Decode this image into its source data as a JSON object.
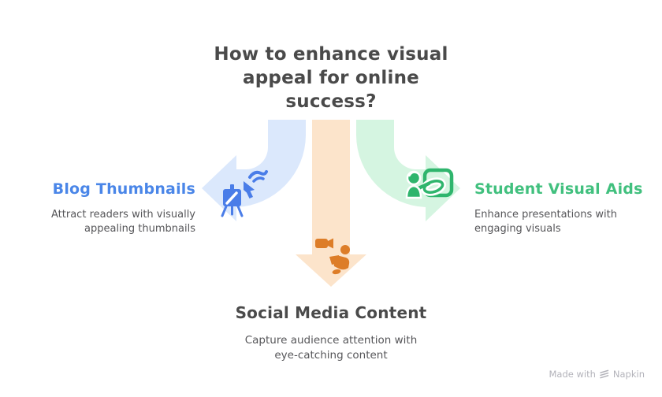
{
  "title": {
    "lines": [
      "How to enhance visual",
      "appeal for online",
      "success?"
    ]
  },
  "branches": {
    "left": {
      "heading": "Blog Thumbnails",
      "desc_lines": [
        "Attract readers with visually",
        "appealing thumbnails"
      ],
      "icon": "easel-cursor-icon",
      "arrow_direction": "left"
    },
    "center": {
      "heading": "Social Media Content",
      "desc_lines": [
        "Capture audience attention with",
        "eye-catching content"
      ],
      "icon": "video-creator-icon",
      "arrow_direction": "down"
    },
    "right": {
      "heading": "Student Visual Aids",
      "desc_lines": [
        "Enhance presentations with",
        "engaging visuals"
      ],
      "icon": "presenter-board-icon",
      "arrow_direction": "right"
    }
  },
  "watermark": {
    "prefix": "Made with",
    "brand": "Napkin",
    "logo": "napkin-logo-icon"
  },
  "colors": {
    "title_text": "#4a4a4a",
    "body_text": "#565659",
    "blue_accent": "#4a86e8",
    "blue_arrow_fill": "#dbe8fc",
    "green_accent": "#41c07e",
    "green_icon": "#2fb56d",
    "green_arrow_fill": "#d5f5e1",
    "orange_icon": "#dd7d28",
    "orange_arrow_fill": "#fce4cb",
    "watermark_text": "#b3b3ba",
    "background": "#ffffff"
  }
}
